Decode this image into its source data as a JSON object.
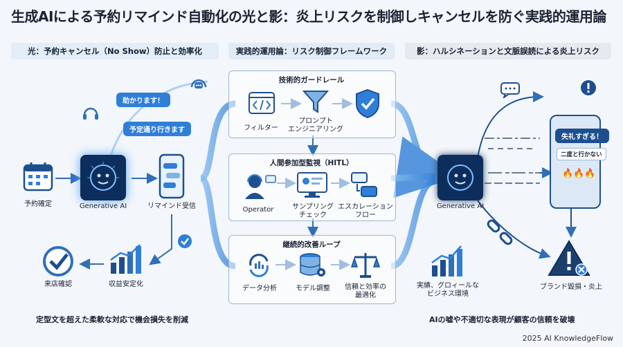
{
  "title": "生成AIによる予約リマインド自動化の光と影：炎上リスクを制御しキャンセルを防ぐ実践的運用論",
  "sections": {
    "left": "光：予約キャンセル（No Show）防止と効率化",
    "middle": "実践的運用論：リスク制御フレームワーク",
    "right": "影：ハルシネーションと文脈誤読による炎上リスク"
  },
  "left": {
    "bubble_1": "助かります！",
    "bubble_2": "予定通り行きます",
    "booking": "予約確定",
    "ai": "Generative AI",
    "remind": "リマインド受信",
    "visit": "来店確認",
    "revenue": "収益安定化",
    "caption": "定型文を超えた柔軟な対応で機会損失を削減"
  },
  "middle": {
    "guard_title": "技術的ガードレール",
    "filter": "フィルター",
    "prompt_1": "プロンプト",
    "prompt_2": "エンジニアリング",
    "hitl_title": "人間参加型監視（HITL）",
    "operator": "Operator",
    "sampling_1": "サンプリング",
    "sampling_2": "チェック",
    "escalation_1": "エスカレーション",
    "escalation_2": "フロー",
    "loop_title": "継続的改善ループ",
    "data": "データ分析",
    "model": "モデル調整",
    "trust_1": "信頼と効率の",
    "trust_2": "最適化"
  },
  "right": {
    "ai": "Generative AI",
    "bubble_1": "失礼すぎる！",
    "bubble_2": "二度と行かない",
    "fire": "🔥🔥🔥",
    "env_1": "実績、グロィールな",
    "env_2": "ビジネス環境",
    "brand": "ブランド毀損・炎上",
    "caption": "AIの嘘や不適切な表現が顧客の信頼を破壊"
  },
  "footer": "2025 AI KnowledgeFlow",
  "colors": {
    "accent": "#2f7fd8",
    "dark": "#1d4f8f",
    "danger": "#1c3f6e"
  }
}
